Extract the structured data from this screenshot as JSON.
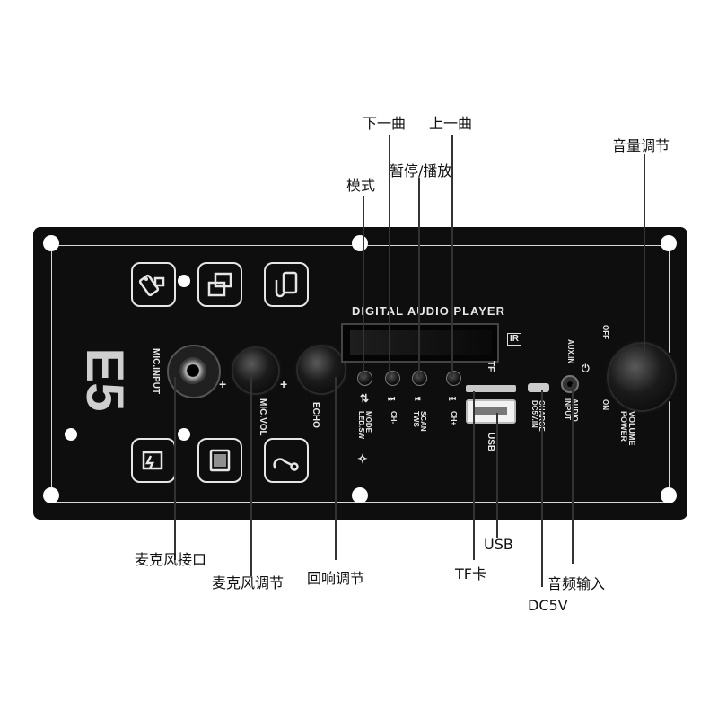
{
  "panel": {
    "model": "E5",
    "title": "DIGITAL AUDIO PLAYER",
    "ir": "IR",
    "mic_input": "MIC.INPUT",
    "mic_vol": "MIC.VOL",
    "echo": "ECHO",
    "plus": "+",
    "mode": "MODE\nLED.SW",
    "ch_minus": "CH-",
    "scan": "SCAN\nTWS",
    "ch_plus": "CH+",
    "tf": "TF",
    "usb": "USB",
    "charge": "CHARGE\nDC5V.IN",
    "aux_in": "AUX.IN",
    "audio_input": "AUDIO\nINPUT",
    "off": "OFF",
    "on": "ON",
    "volume": "VOLUME\nPOWER"
  },
  "callouts": {
    "mode": "模式",
    "next": "下一曲",
    "prev": "上一曲",
    "play_pause": "暂停/播放",
    "volume": "音量调节",
    "mic_jack": "麦克风接口",
    "mic_adjust": "麦克风调节",
    "echo_adjust": "回响调节",
    "usb": "USB",
    "tf_card": "TF卡",
    "audio_input": "音频输入",
    "dc5v": "DC5V"
  },
  "colors": {
    "panel": "#0e0e0e",
    "silkscreen": "#e8e8e8",
    "callout_text": "#111111"
  },
  "icons": [
    "usb-mode-icon",
    "screen-mode-icon",
    "phone-connect-icon",
    "battery-icon",
    "card-icon",
    "microphone-icon"
  ]
}
